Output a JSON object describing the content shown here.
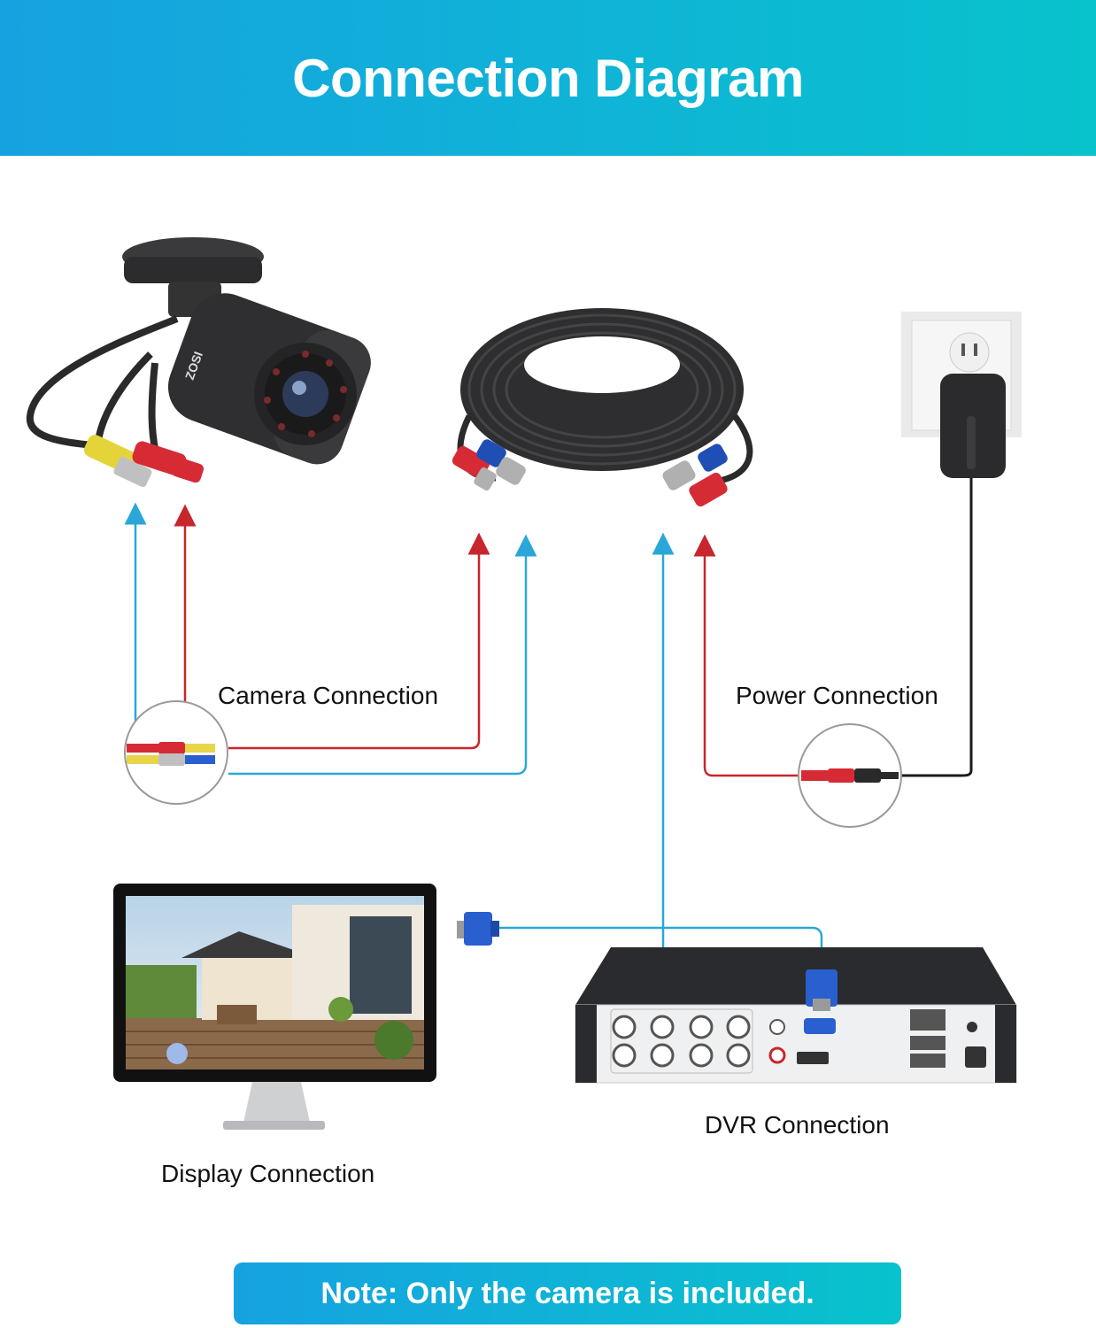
{
  "header": {
    "title": "Connection Diagram"
  },
  "labels": {
    "camera_connection": "Camera Connection",
    "power_connection": "Power Connection",
    "display_connection": "Display Connection",
    "dvr_connection": "DVR Connection"
  },
  "camera": {
    "brand": "ZOSI"
  },
  "note": {
    "text": "Note: Only the camera is included."
  },
  "colors": {
    "header_gradient_start": "#16a2e0",
    "header_gradient_end": "#08c2cc",
    "video_line": "#2aa7d8",
    "power_line": "#c8252c",
    "cable_black": "#2a2a2a"
  }
}
